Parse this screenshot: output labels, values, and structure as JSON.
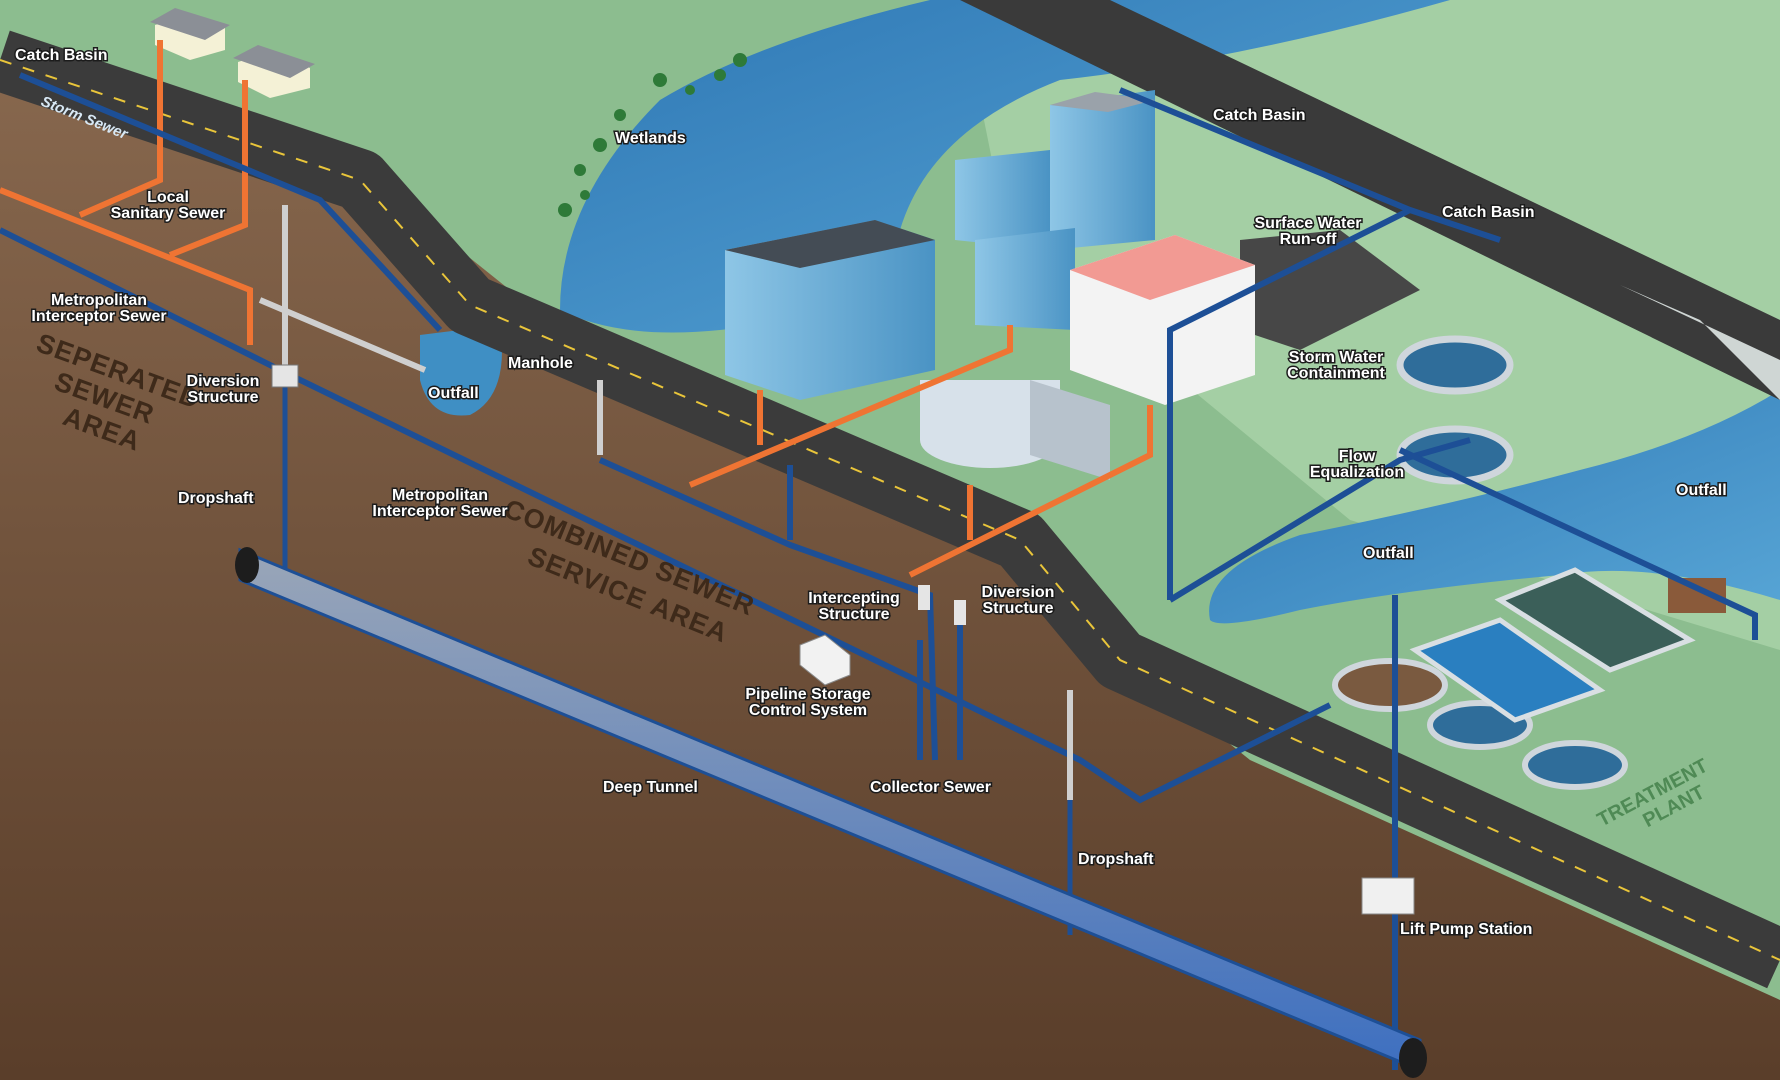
{
  "labels": {
    "catch_basin_top_left": "Catch Basin",
    "storm_sewer": "Storm Sewer",
    "local_sanitary_line1": "Local",
    "local_sanitary_line2": "Sanitary Sewer",
    "metro_interceptor_left_line1": "Metropolitan",
    "metro_interceptor_left_line2": "Interceptor Sewer",
    "diversion_left_line1": "Diversion",
    "diversion_left_line2": "Structure",
    "dropshaft_left": "Dropshaft",
    "outfall_center": "Outfall",
    "manhole": "Manhole",
    "wetlands": "Wetlands",
    "metro_interceptor_center_line1": "Metropolitan",
    "metro_interceptor_center_line2": "Interceptor Sewer",
    "intercepting_line1": "Intercepting",
    "intercepting_line2": "Structure",
    "diversion_right_line1": "Diversion",
    "diversion_right_line2": "Structure",
    "pipeline_storage_line1": "Pipeline Storage",
    "pipeline_storage_line2": "Control System",
    "deep_tunnel": "Deep Tunnel",
    "collector_sewer": "Collector Sewer",
    "dropshaft_right": "Dropshaft",
    "lift_pump": "Lift Pump Station",
    "catch_basin_top_right": "Catch Basin",
    "catch_basin_right": "Catch Basin",
    "surface_runoff_line1": "Surface Water",
    "surface_runoff_line2": "Run-off",
    "storm_water_line1": "Storm Water",
    "storm_water_line2": "Containment",
    "flow_eq_line1": "Flow",
    "flow_eq_line2": "Equalization",
    "outfall_right_mid": "Outfall",
    "outfall_right": "Outfall"
  },
  "areas": {
    "separated_line1": "SEPERATED",
    "separated_line2": "SEWER",
    "separated_line3": "AREA",
    "combined_line1": "COMBINED SEWER",
    "combined_line2": "SERVICE AREA",
    "plant_line1": "TREATMENT",
    "plant_line2": "PLANT"
  },
  "colors": {
    "soil": "#7a5a42",
    "grass": "#8cbd8f",
    "water": "#3f8fc4",
    "road": "#3b3b3b",
    "storm_pipe": "#1d4f96",
    "sanitary_pipe": "#ef7433",
    "tunnel": "#3d6fc0"
  }
}
